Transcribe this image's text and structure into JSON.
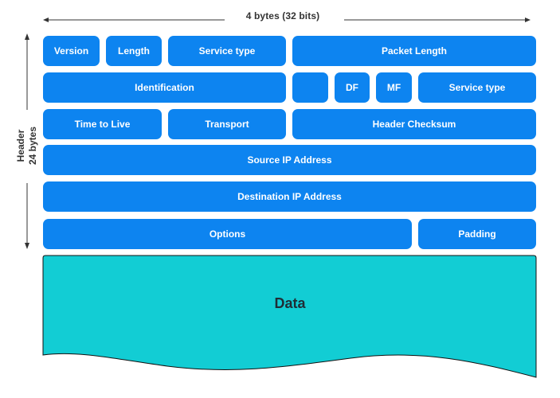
{
  "diagram": {
    "width_label": "4 bytes (32 bits)",
    "header_label_line1": "Header",
    "header_label_line2": "24 bytes",
    "fields": {
      "version": "Version",
      "length": "Length",
      "service_type_1": "Service type",
      "packet_length": "Packet Length",
      "identification": "Identification",
      "blank": "",
      "df": "DF",
      "mf": "MF",
      "service_type_2": "Service type",
      "time_to_live": "Time to Live",
      "transport": "Transport",
      "header_checksum": "Header Checksum",
      "source_ip": "Source IP Address",
      "destination_ip": "Destination IP Address",
      "options": "Options",
      "padding": "Padding"
    },
    "data_label": "Data",
    "colors": {
      "field_fill": "#0d84f0",
      "data_fill": "#12cdd4",
      "label_text": "#333333",
      "arrow": "#333333"
    }
  }
}
